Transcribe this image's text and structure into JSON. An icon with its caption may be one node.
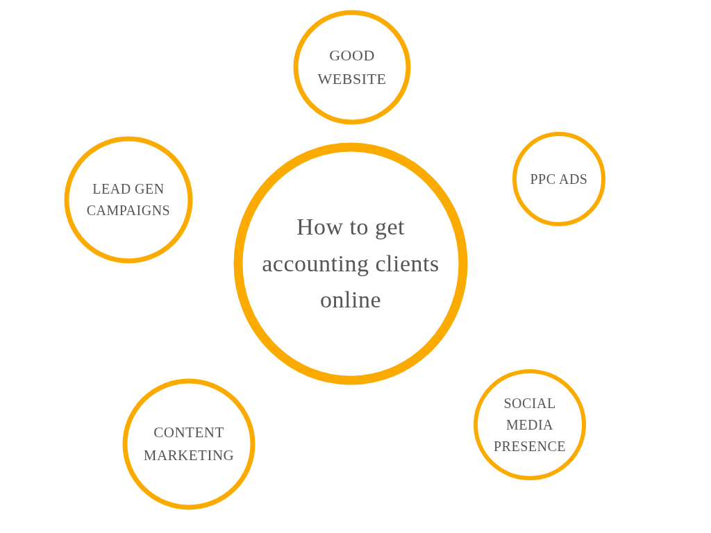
{
  "diagram": {
    "nodes": [
      {
        "text": [
          "GOOD WEBSITE"
        ]
      },
      {
        "text": [
          "PPC ADS"
        ]
      },
      {
        "text": [
          "LEAD GEN CAMPAIGNS"
        ]
      },
      {
        "text": [
          "How to get accounting clients online"
        ]
      },
      {
        "text": [
          "SOCIAL MEDIA PRESENCE"
        ]
      },
      {
        "text": [
          "CONTENT MARKETING"
        ]
      }
    ],
    "edges": []
  }
}
